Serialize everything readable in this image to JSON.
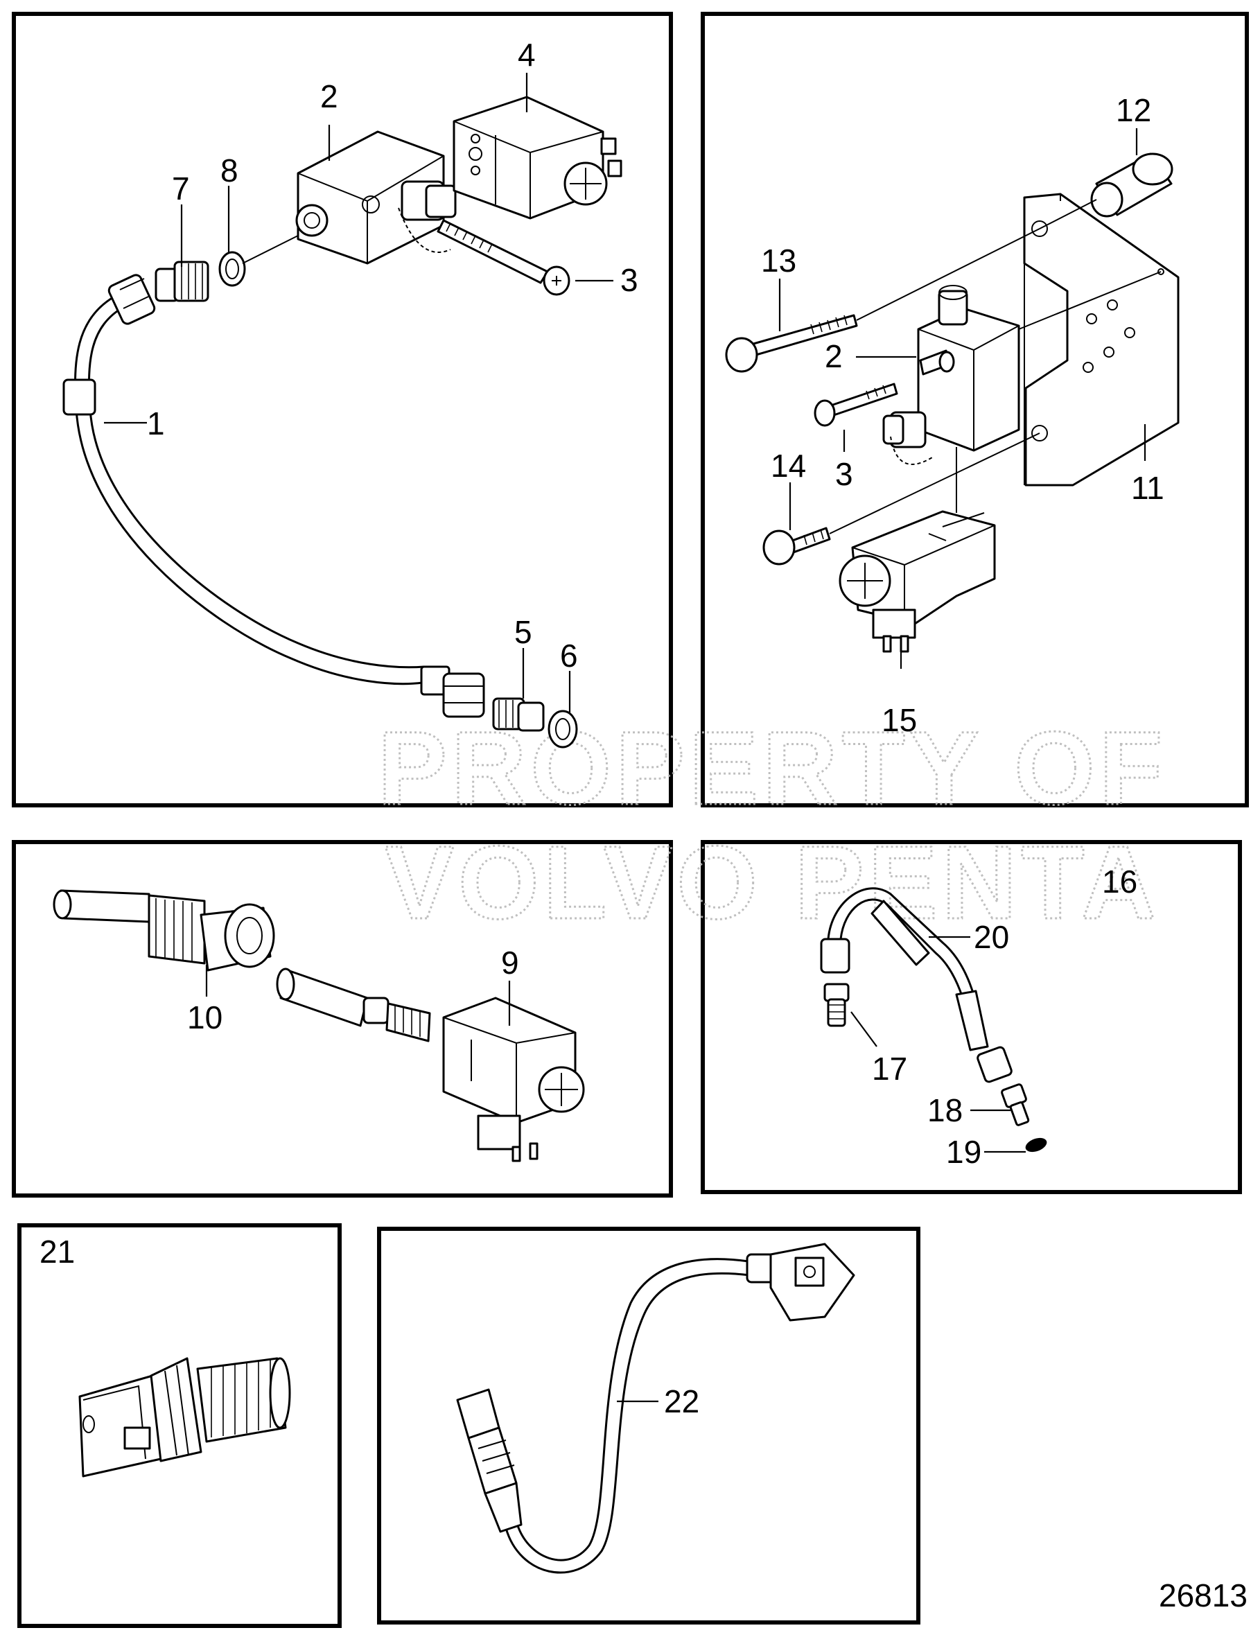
{
  "figure_id": "26813",
  "watermark": {
    "line1": "PROPERTY OF",
    "line2": "VOLVO PENTA"
  },
  "panels": [
    {
      "labels": [
        "1",
        "2",
        "3",
        "4",
        "5",
        "6",
        "7",
        "8"
      ]
    },
    {
      "labels": [
        "2",
        "3",
        "11",
        "12",
        "13",
        "14",
        "15"
      ]
    },
    {
      "labels": [
        "9",
        "10"
      ]
    },
    {
      "labels": [
        "16",
        "17",
        "18",
        "19",
        "20"
      ]
    },
    {
      "labels": [
        "21"
      ]
    },
    {
      "labels": [
        "22"
      ]
    }
  ]
}
